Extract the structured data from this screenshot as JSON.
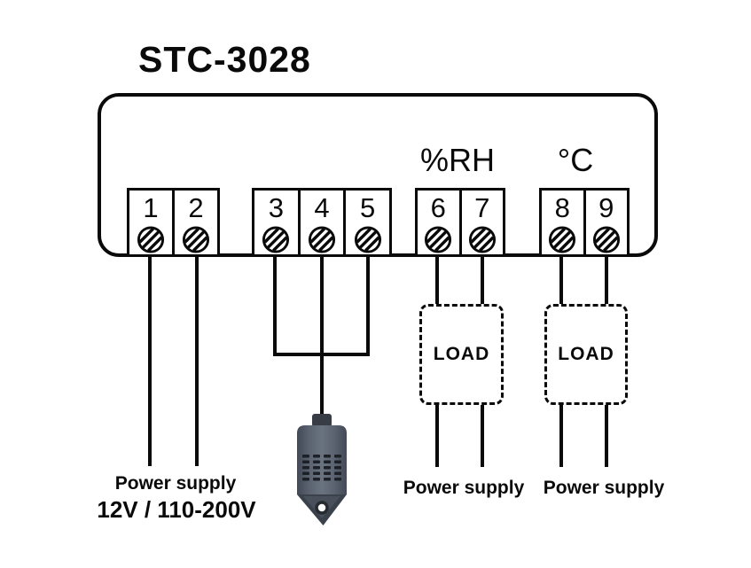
{
  "title": "STC-3028",
  "unit_labels": {
    "humidity": "%RH",
    "temperature": "°C"
  },
  "terminals": {
    "cells": [
      "1",
      "2",
      "3",
      "4",
      "5",
      "6",
      "7",
      "8",
      "9"
    ]
  },
  "loads": {
    "humidity_label": "LOAD",
    "temperature_label": "LOAD"
  },
  "captions": {
    "power_supply_main": "Power supply",
    "power_supply_voltage": "12V / 110-200V",
    "power_supply_humidity": "Power supply",
    "power_supply_temperature": "Power supply"
  },
  "icons": {
    "terminal": "screw-terminal-hatched-circle",
    "sensor": "humidity-temperature-sensor-probe"
  },
  "colors": {
    "line": "#0a0a0a",
    "background": "#ffffff",
    "sensor_body": "#5b6370",
    "sensor_body_edge": "#434956",
    "sensor_tip": "#3b414b",
    "sensor_slot": "#1d2127"
  }
}
